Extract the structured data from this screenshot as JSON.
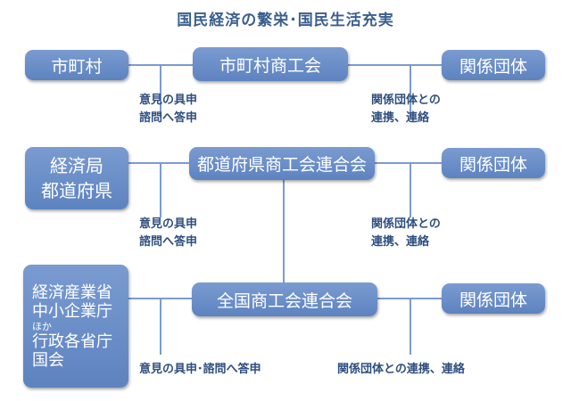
{
  "title": "国民経済の繁栄･国民生活充実",
  "boxes": {
    "municipality": "市町村",
    "municipal_chamber": "市町村商工会",
    "related_1": "関係団体",
    "bureau": [
      "経済局",
      "都道府県"
    ],
    "prefectural_federation": "都道府県商工会連合会",
    "related_2": "関係団体",
    "ministries": [
      "経済産業省",
      "中小企業庁",
      "ほか",
      "行政各省庁",
      "国会"
    ],
    "national_federation": "全国商工会連合会",
    "related_3": "関係団体"
  },
  "notes": {
    "opinion_1": [
      "意見の具申",
      "諮問へ答申"
    ],
    "liaison_1": [
      "関係団体との",
      "連携、連絡"
    ],
    "opinion_2": [
      "意見の具申",
      "諮問へ答申"
    ],
    "liaison_2": [
      "関係団体との",
      "連携、連絡"
    ],
    "opinion_3": "意見の具申･諮問へ答申",
    "liaison_3": "関係団体との連携、連絡"
  },
  "colors": {
    "box_fill": "#6a8fca",
    "line": "#7b9bcf",
    "title": "#3b5f8f",
    "note": "#2f4f7f"
  }
}
